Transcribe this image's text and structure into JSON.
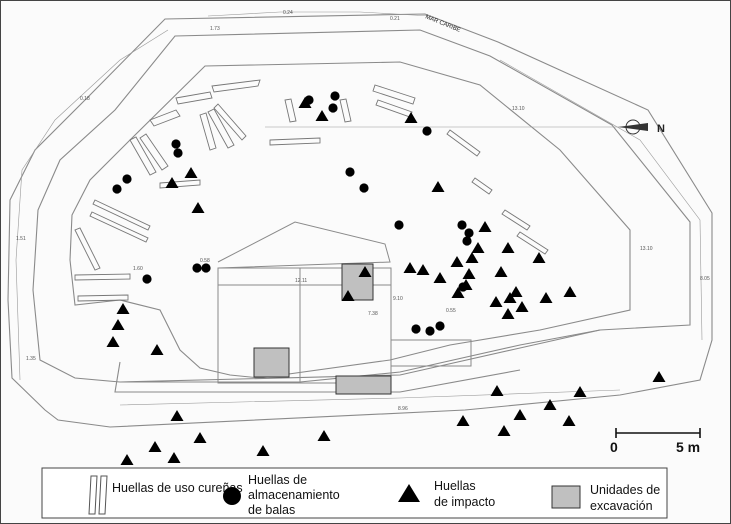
{
  "labels": {
    "sea": "MAR CARIBE",
    "north": "N"
  },
  "scale": {
    "zero": "0",
    "five": "5 m"
  },
  "legend": {
    "carriages": "Huellas de uso cureñas",
    "balls_line1": "Huellas de",
    "balls_line2": "almacenamiento",
    "balls_line3": "de balas",
    "impact_line1": "Huellas",
    "impact_line2": "de impacto",
    "units_line1": "Unidades de",
    "units_line2": "excavación"
  },
  "dimensions": [
    "0.24",
    "0.21",
    "1.73",
    "13.10",
    "13.10",
    "0.18",
    "12.11",
    "9.10",
    "7.38",
    "1.60",
    "0.58",
    "0.55",
    "8.96",
    "1.51",
    "1.35",
    "8.05"
  ],
  "colors": {
    "marks": "#000000",
    "excavation_fill": "#c0c0c0",
    "plan_lines": "#8a8a8a"
  },
  "marks": {
    "balls": [
      [
        335,
        96
      ],
      [
        309,
        100
      ],
      [
        333,
        108
      ],
      [
        427,
        131
      ],
      [
        176,
        144
      ],
      [
        178,
        153
      ],
      [
        127,
        179
      ],
      [
        117,
        189
      ],
      [
        350,
        172
      ],
      [
        364,
        188
      ],
      [
        399,
        225
      ],
      [
        462,
        225
      ],
      [
        469,
        233
      ],
      [
        467,
        241
      ],
      [
        197,
        268
      ],
      [
        147,
        279
      ],
      [
        206,
        268
      ],
      [
        463,
        287
      ],
      [
        416,
        329
      ],
      [
        430,
        331
      ],
      [
        440,
        326
      ]
    ],
    "impacts": [
      [
        305,
        103
      ],
      [
        322,
        116
      ],
      [
        411,
        118
      ],
      [
        191,
        173
      ],
      [
        172,
        183
      ],
      [
        198,
        208
      ],
      [
        438,
        187
      ],
      [
        485,
        227
      ],
      [
        478,
        248
      ],
      [
        472,
        258
      ],
      [
        501,
        272
      ],
      [
        457,
        262
      ],
      [
        508,
        248
      ],
      [
        539,
        258
      ],
      [
        410,
        268
      ],
      [
        423,
        270
      ],
      [
        440,
        278
      ],
      [
        469,
        274
      ],
      [
        458,
        293
      ],
      [
        466,
        285
      ],
      [
        516,
        292
      ],
      [
        496,
        302
      ],
      [
        508,
        314
      ],
      [
        510,
        298
      ],
      [
        522,
        307
      ],
      [
        546,
        298
      ],
      [
        570,
        292
      ],
      [
        365,
        272
      ],
      [
        348,
        296
      ],
      [
        123,
        309
      ],
      [
        118,
        325
      ],
      [
        113,
        342
      ],
      [
        157,
        350
      ],
      [
        659,
        377
      ],
      [
        497,
        391
      ],
      [
        550,
        405
      ],
      [
        520,
        415
      ],
      [
        580,
        392
      ],
      [
        463,
        421
      ],
      [
        504,
        431
      ],
      [
        569,
        421
      ],
      [
        177,
        416
      ],
      [
        200,
        438
      ],
      [
        324,
        436
      ],
      [
        263,
        451
      ],
      [
        155,
        447
      ],
      [
        174,
        458
      ],
      [
        127,
        460
      ]
    ],
    "excavation_units": [
      [
        342,
        264,
        31,
        36
      ],
      [
        254,
        348,
        35,
        29
      ],
      [
        336,
        376,
        55,
        18
      ]
    ]
  }
}
